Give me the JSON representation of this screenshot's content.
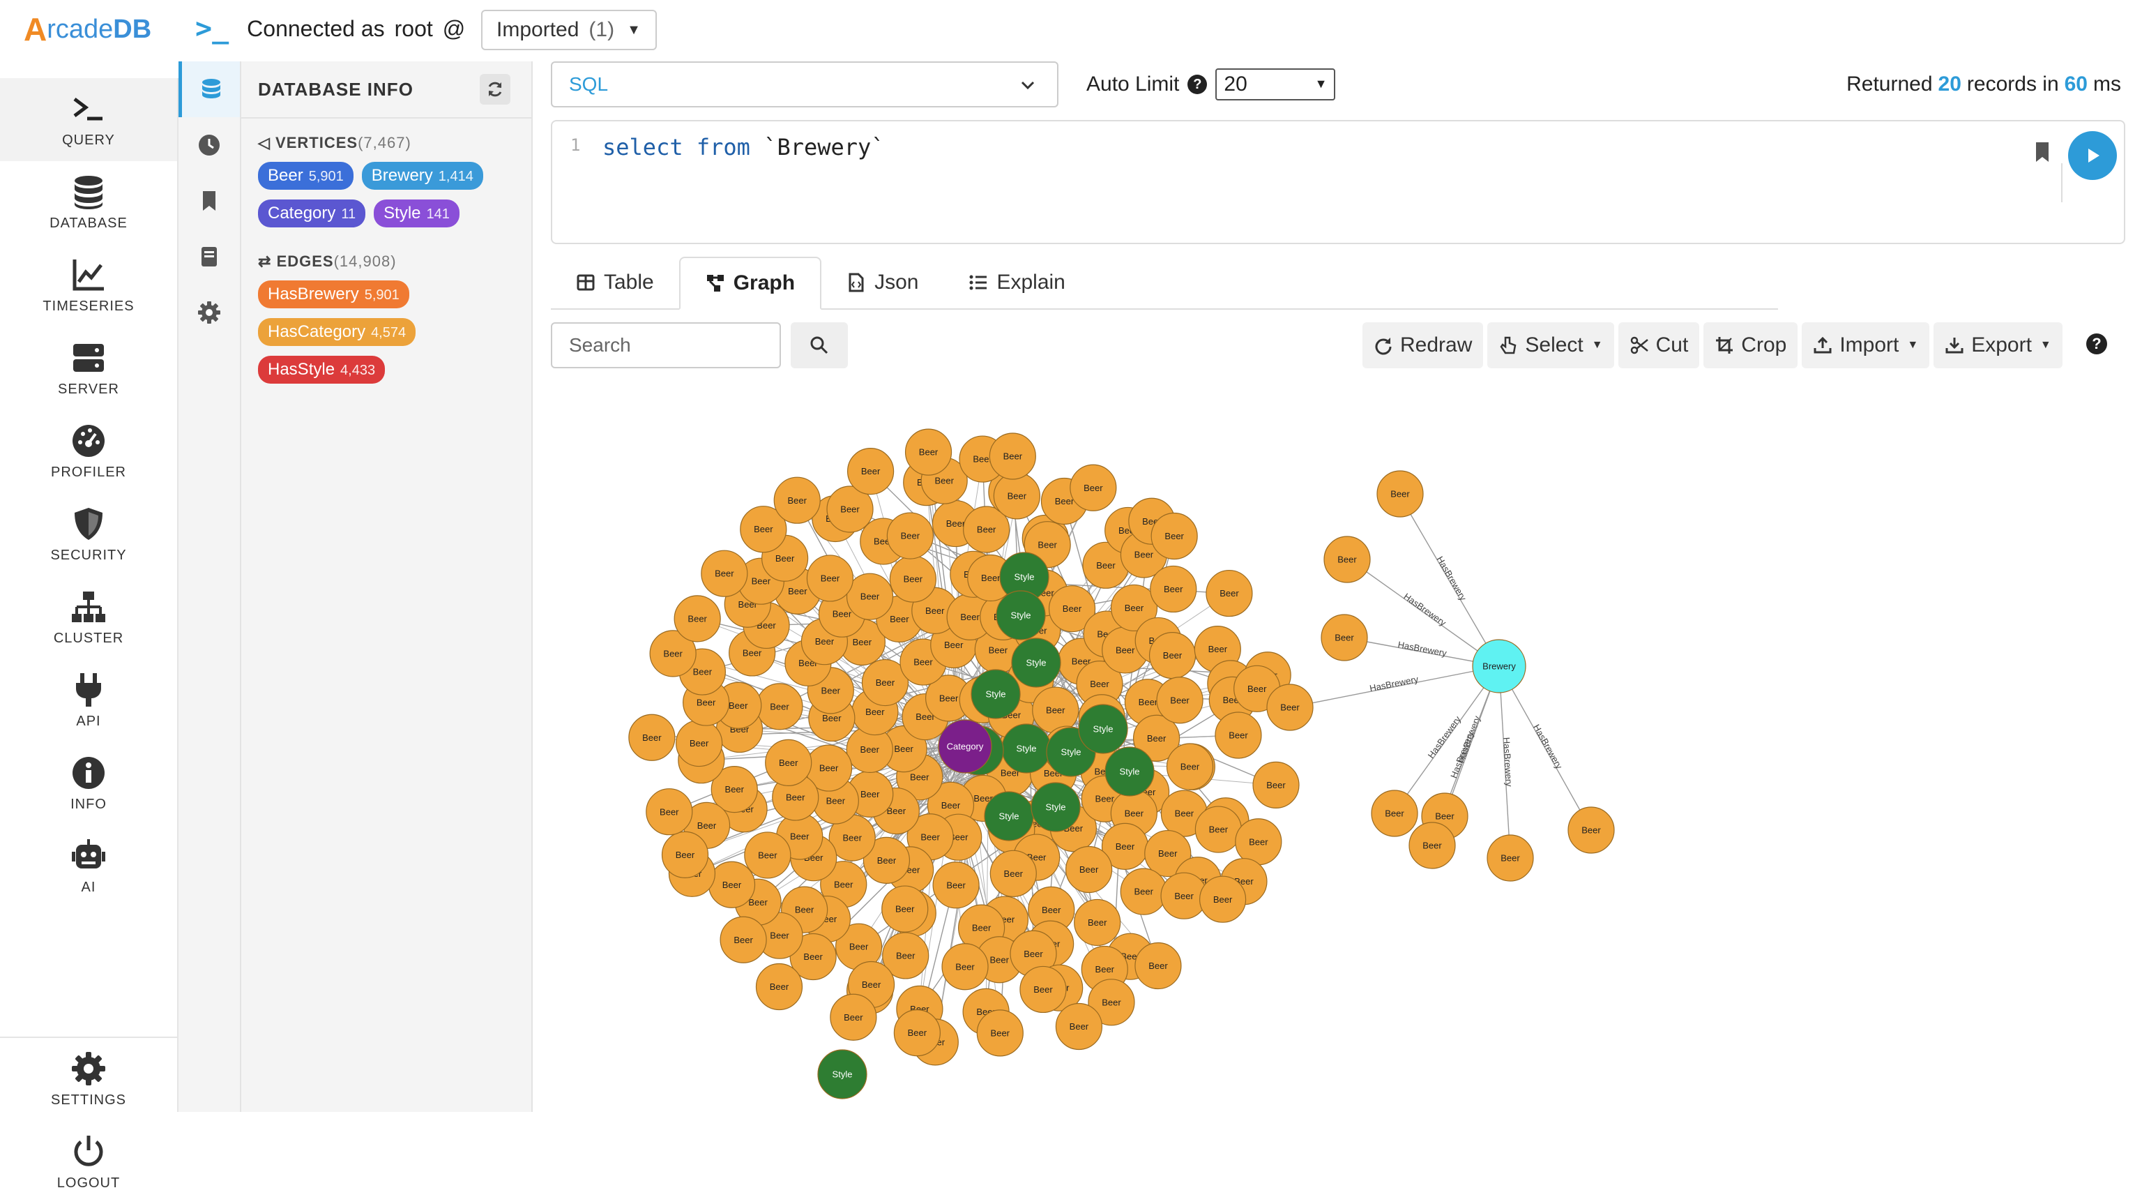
{
  "app": {
    "logo_a": "A",
    "logo_rcade": "rcade",
    "logo_db": "DB",
    "connected_as_label": "Connected as",
    "user": "root",
    "at": "@",
    "database": "Imported",
    "database_count": "(1)"
  },
  "nav": {
    "items": [
      {
        "label": "QUERY",
        "icon": "terminal-icon"
      },
      {
        "label": "DATABASE",
        "icon": "database-icon"
      },
      {
        "label": "TIMESERIES",
        "icon": "chart-line-icon"
      },
      {
        "label": "SERVER",
        "icon": "server-icon"
      },
      {
        "label": "PROFILER",
        "icon": "gauge-icon"
      },
      {
        "label": "SECURITY",
        "icon": "shield-icon"
      },
      {
        "label": "CLUSTER",
        "icon": "network-icon"
      },
      {
        "label": "API",
        "icon": "plug-icon"
      },
      {
        "label": "INFO",
        "icon": "info-icon"
      },
      {
        "label": "AI",
        "icon": "robot-icon"
      }
    ],
    "bottom": [
      {
        "label": "SETTINGS",
        "icon": "gear-icon"
      },
      {
        "label": "LOGOUT",
        "icon": "power-icon"
      }
    ]
  },
  "dbinfo": {
    "title": "DATABASE INFO",
    "vertices_label": "VERTICES",
    "vertices_count": "(7,467)",
    "vertices": [
      {
        "name": "Beer",
        "count": "5,901",
        "color": "#3b6fd9"
      },
      {
        "name": "Brewery",
        "count": "1,414",
        "color": "#3a9ad9"
      },
      {
        "name": "Category",
        "count": "11",
        "color": "#5b57d1"
      },
      {
        "name": "Style",
        "count": "141",
        "color": "#8a4fd8"
      }
    ],
    "edges_label": "EDGES",
    "edges_count": "(14,908)",
    "edges": [
      {
        "name": "HasBrewery",
        "count": "5,901",
        "color": "#f07a32"
      },
      {
        "name": "HasCategory",
        "count": "4,574",
        "color": "#eca23a"
      },
      {
        "name": "HasStyle",
        "count": "4,433",
        "color": "#dc3b3b"
      }
    ]
  },
  "query": {
    "language": "SQL",
    "auto_limit_label": "Auto Limit",
    "help_mark": "?",
    "auto_limit_value": "20",
    "returned_prefix": "Returned",
    "returned_records": "20",
    "returned_mid": "records in",
    "returned_ms": "60",
    "returned_suffix": "ms",
    "line_number": "1",
    "code_kw": "select from",
    "code_rest": "`Brewery`"
  },
  "tabs": [
    {
      "label": "Table",
      "icon": "table-icon"
    },
    {
      "label": "Graph",
      "icon": "graph-icon",
      "active": true
    },
    {
      "label": "Json",
      "icon": "file-code-icon"
    },
    {
      "label": "Explain",
      "icon": "list-icon"
    }
  ],
  "graph_toolbar": {
    "search_placeholder": "Search",
    "buttons": [
      {
        "label": "Redraw",
        "icon": "redo-icon"
      },
      {
        "label": "Select",
        "icon": "pointer-icon",
        "dropdown": true
      },
      {
        "label": "Cut",
        "icon": "scissors-icon"
      },
      {
        "label": "Crop",
        "icon": "crop-icon"
      },
      {
        "label": "Import",
        "icon": "upload-icon",
        "dropdown": true
      },
      {
        "label": "Export",
        "icon": "download-icon",
        "dropdown": true
      }
    ],
    "help": "?"
  },
  "graph": {
    "colors": {
      "beer": "#f0a43a",
      "style": "#2e7d32",
      "category": "#7b1f8a",
      "brewery": "#5ff2f2",
      "edge": "#999999"
    },
    "labels": {
      "beer": "Beer",
      "style": "Style",
      "category": "Category",
      "brewery": "Brewery",
      "has_brewery": "HasBrewery"
    }
  }
}
